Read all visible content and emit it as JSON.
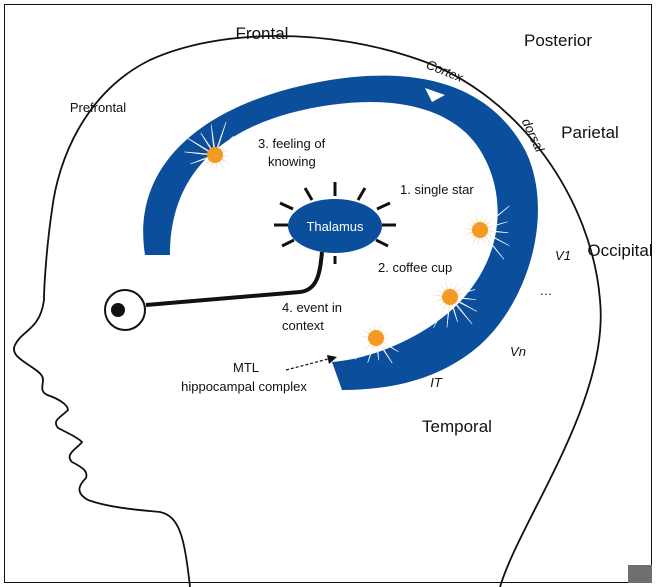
{
  "regions": {
    "frontal": "Frontal",
    "posterior": "Posterior",
    "prefrontal": "Prefrontal",
    "parietal": "Parietal",
    "occipital": "Occipital",
    "temporal": "Temporal"
  },
  "cortex_labels": {
    "cortex": "Cortex",
    "dorsal": "dorsal",
    "v1": "V1",
    "ellipsis": "…",
    "vn": "Vn",
    "it": "IT"
  },
  "thalamus": {
    "label": "Thalamus"
  },
  "events": {
    "e1": "1. single star",
    "e2": "2. coffee cup",
    "e3_line1": "3. feeling of",
    "e3_line2": "knowing",
    "e4_line1": "4. event in",
    "e4_line2": "context"
  },
  "mtl": {
    "line1": "MTL",
    "line2": "hippocampal complex"
  },
  "colors": {
    "cortex_blue": "#0b4f9c",
    "star_orange": "#f39a22",
    "outline": "#111111"
  }
}
